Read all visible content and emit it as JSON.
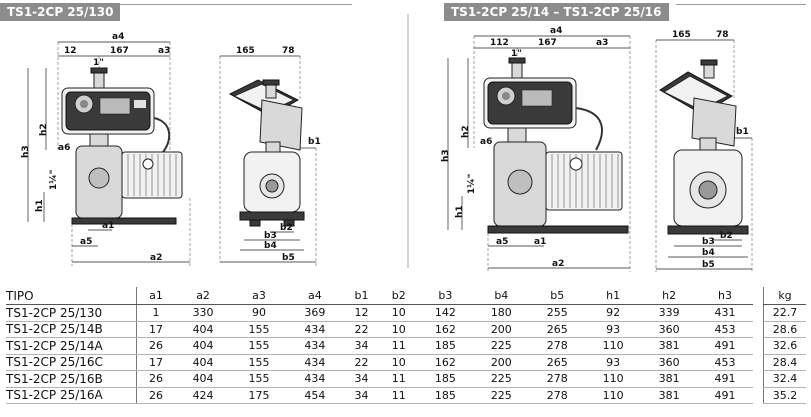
{
  "titles": {
    "left": "TS1-2CP 25/130",
    "right": "TS1-2CP 25/14  –  TS1-2CP 25/16"
  },
  "left_drawing": {
    "dims": {
      "a4": "a4",
      "d12": "12",
      "d167": "167",
      "a3": "a3",
      "pipe": "1\"",
      "h2": "h2",
      "h3": "h3",
      "a6": "a6",
      "inlet": "1¼\"",
      "h1": "h1",
      "a1": "a1",
      "a5": "a5",
      "a2": "a2"
    }
  },
  "side_left": {
    "dims": {
      "d165": "165",
      "d78": "78",
      "b1": "b1",
      "b2": "b2",
      "b3": "b3",
      "b4": "b4",
      "b5": "b5"
    }
  },
  "right_drawing": {
    "dims": {
      "a4": "a4",
      "d112": "112",
      "d167": "167",
      "a3": "a3",
      "pipe": "1\"",
      "h2": "h2",
      "h3": "h3",
      "a6": "a6",
      "inlet": "1¼\"",
      "h1": "h1",
      "a5": "a5",
      "a1": "a1",
      "a2": "a2"
    }
  },
  "side_right": {
    "dims": {
      "d165": "165",
      "d78": "78",
      "b1": "b1",
      "b2": "b2",
      "b3": "b3",
      "b4": "b4",
      "b5": "b5"
    }
  },
  "table": {
    "headers": {
      "tipo": "TIPO",
      "a1": "a1",
      "a2": "a2",
      "a3": "a3",
      "a4": "a4",
      "b1": "b1",
      "b2": "b2",
      "b3": "b3",
      "b4": "b4",
      "b5": "b5",
      "h1": "h1",
      "h2": "h2",
      "h3": "h3",
      "kg": "kg"
    },
    "rows": [
      {
        "tipo": "TS1-2CP 25/130",
        "a1": "1",
        "a2": "330",
        "a3": "90",
        "a4": "369",
        "b1": "12",
        "b2": "10",
        "b3": "142",
        "b4": "180",
        "b5": "255",
        "h1": "92",
        "h2": "339",
        "h3": "431",
        "kg": "22.7"
      },
      {
        "tipo": "TS1-2CP 25/14B",
        "a1": "17",
        "a2": "404",
        "a3": "155",
        "a4": "434",
        "b1": "22",
        "b2": "10",
        "b3": "162",
        "b4": "200",
        "b5": "265",
        "h1": "93",
        "h2": "360",
        "h3": "453",
        "kg": "28.6"
      },
      {
        "tipo": "TS1-2CP 25/14A",
        "a1": "26",
        "a2": "404",
        "a3": "155",
        "a4": "434",
        "b1": "34",
        "b2": "11",
        "b3": "185",
        "b4": "225",
        "b5": "278",
        "h1": "110",
        "h2": "381",
        "h3": "491",
        "kg": "32.6"
      },
      {
        "tipo": "TS1-2CP 25/16C",
        "a1": "17",
        "a2": "404",
        "a3": "155",
        "a4": "434",
        "b1": "22",
        "b2": "10",
        "b3": "162",
        "b4": "200",
        "b5": "265",
        "h1": "93",
        "h2": "360",
        "h3": "453",
        "kg": "28.4"
      },
      {
        "tipo": "TS1-2CP 25/16B",
        "a1": "26",
        "a2": "404",
        "a3": "155",
        "a4": "434",
        "b1": "34",
        "b2": "11",
        "b3": "185",
        "b4": "225",
        "b5": "278",
        "h1": "110",
        "h2": "381",
        "h3": "491",
        "kg": "32.4"
      },
      {
        "tipo": "TS1-2CP 25/16A",
        "a1": "26",
        "a2": "424",
        "a3": "175",
        "a4": "454",
        "b1": "34",
        "b2": "11",
        "b3": "185",
        "b4": "225",
        "b5": "278",
        "h1": "110",
        "h2": "381",
        "h3": "491",
        "kg": "35.2"
      }
    ]
  }
}
